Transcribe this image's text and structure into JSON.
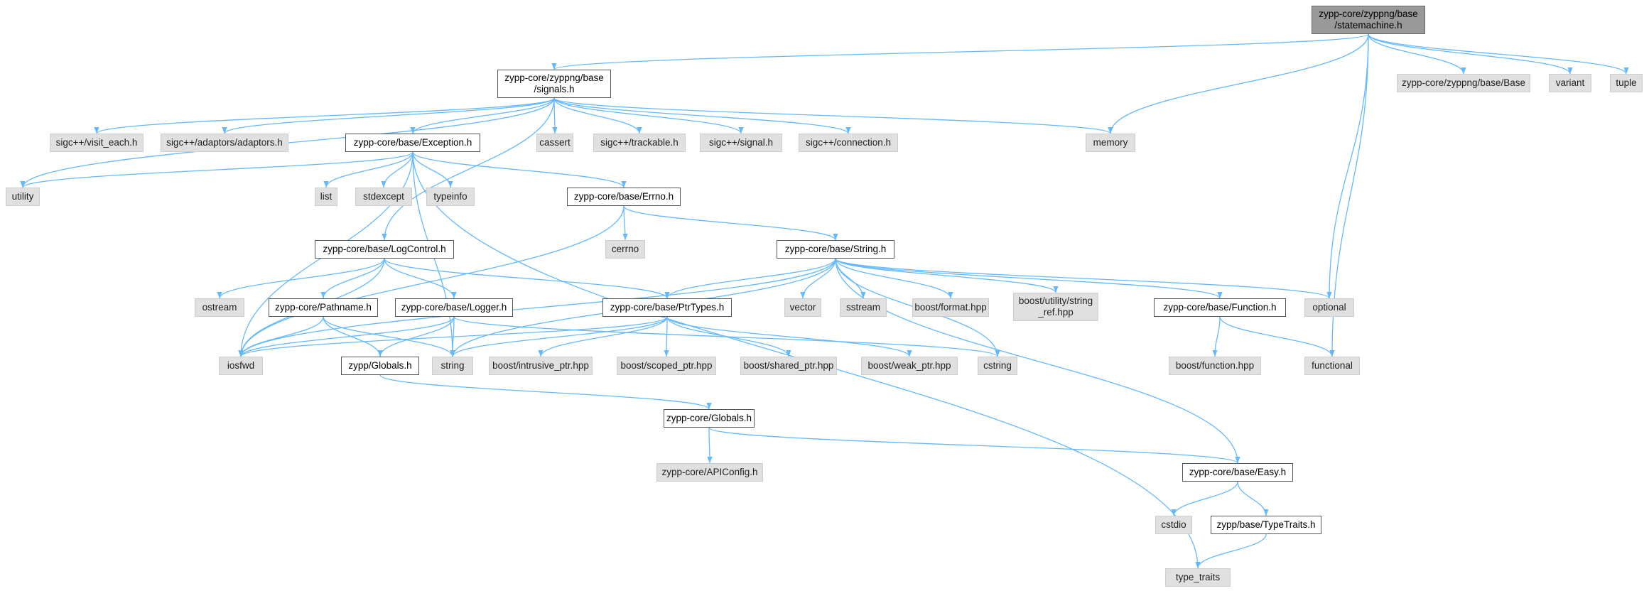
{
  "nodes": [
    {
      "id": "statemachine",
      "label": "zypp-core/zyppng/base\n/statemachine.h",
      "kind": "root"
    },
    {
      "id": "signals",
      "label": "zypp-core/zyppng/base\n/signals.h",
      "kind": "plain"
    },
    {
      "id": "zyppngBase",
      "label": "zypp-core/zyppng/base/Base",
      "kind": "ext"
    },
    {
      "id": "variant",
      "label": "variant",
      "kind": "ext"
    },
    {
      "id": "tuple",
      "label": "tuple",
      "kind": "ext"
    },
    {
      "id": "visit_each",
      "label": "sigc++/visit_each.h",
      "kind": "ext"
    },
    {
      "id": "adaptors",
      "label": "sigc++/adaptors/adaptors.h",
      "kind": "ext"
    },
    {
      "id": "exception",
      "label": "zypp-core/base/Exception.h",
      "kind": "plain"
    },
    {
      "id": "cassert",
      "label": "cassert",
      "kind": "ext"
    },
    {
      "id": "trackable",
      "label": "sigc++/trackable.h",
      "kind": "ext"
    },
    {
      "id": "signal",
      "label": "sigc++/signal.h",
      "kind": "ext"
    },
    {
      "id": "connection",
      "label": "sigc++/connection.h",
      "kind": "ext"
    },
    {
      "id": "memory",
      "label": "memory",
      "kind": "ext"
    },
    {
      "id": "utility",
      "label": "utility",
      "kind": "ext"
    },
    {
      "id": "list",
      "label": "list",
      "kind": "ext"
    },
    {
      "id": "stdexcept",
      "label": "stdexcept",
      "kind": "ext"
    },
    {
      "id": "typeinfo",
      "label": "typeinfo",
      "kind": "ext"
    },
    {
      "id": "errno",
      "label": "zypp-core/base/Errno.h",
      "kind": "plain"
    },
    {
      "id": "cerrno",
      "label": "cerrno",
      "kind": "ext"
    },
    {
      "id": "logcontrol",
      "label": "zypp-core/base/LogControl.h",
      "kind": "plain"
    },
    {
      "id": "string_h",
      "label": "zypp-core/base/String.h",
      "kind": "plain"
    },
    {
      "id": "ostream",
      "label": "ostream",
      "kind": "ext"
    },
    {
      "id": "pathname",
      "label": "zypp-core/Pathname.h",
      "kind": "plain"
    },
    {
      "id": "logger",
      "label": "zypp-core/base/Logger.h",
      "kind": "plain"
    },
    {
      "id": "ptrtypes",
      "label": "zypp-core/base/PtrTypes.h",
      "kind": "plain"
    },
    {
      "id": "vector",
      "label": "vector",
      "kind": "ext"
    },
    {
      "id": "sstream",
      "label": "sstream",
      "kind": "ext"
    },
    {
      "id": "boostformat",
      "label": "boost/format.hpp",
      "kind": "ext"
    },
    {
      "id": "stringref",
      "label": "boost/utility/string\n_ref.hpp",
      "kind": "ext"
    },
    {
      "id": "function_h",
      "label": "zypp-core/base/Function.h",
      "kind": "plain"
    },
    {
      "id": "optional",
      "label": "optional",
      "kind": "ext"
    },
    {
      "id": "iosfwd",
      "label": "iosfwd",
      "kind": "ext"
    },
    {
      "id": "zyppglobals",
      "label": "zypp/Globals.h",
      "kind": "plain"
    },
    {
      "id": "string_std",
      "label": "string",
      "kind": "ext"
    },
    {
      "id": "intrusive",
      "label": "boost/intrusive_ptr.hpp",
      "kind": "ext"
    },
    {
      "id": "scoped",
      "label": "boost/scoped_ptr.hpp",
      "kind": "ext"
    },
    {
      "id": "shared",
      "label": "boost/shared_ptr.hpp",
      "kind": "ext"
    },
    {
      "id": "weak",
      "label": "boost/weak_ptr.hpp",
      "kind": "ext"
    },
    {
      "id": "cstring",
      "label": "cstring",
      "kind": "ext"
    },
    {
      "id": "boostfunction",
      "label": "boost/function.hpp",
      "kind": "ext"
    },
    {
      "id": "functional",
      "label": "functional",
      "kind": "ext"
    },
    {
      "id": "coreglobals",
      "label": "zypp-core/Globals.h",
      "kind": "plain"
    },
    {
      "id": "apiconfig",
      "label": "zypp-core/APIConfig.h",
      "kind": "ext"
    },
    {
      "id": "easy",
      "label": "zypp-core/base/Easy.h",
      "kind": "plain"
    },
    {
      "id": "cstdio",
      "label": "cstdio",
      "kind": "ext"
    },
    {
      "id": "typetraits_h",
      "label": "zypp/base/TypeTraits.h",
      "kind": "plain"
    },
    {
      "id": "type_traits",
      "label": "type_traits",
      "kind": "ext"
    }
  ],
  "edges": [
    [
      "statemachine",
      "signals"
    ],
    [
      "statemachine",
      "memory"
    ],
    [
      "statemachine",
      "zyppngBase"
    ],
    [
      "statemachine",
      "variant"
    ],
    [
      "statemachine",
      "tuple"
    ],
    [
      "statemachine",
      "optional"
    ],
    [
      "statemachine",
      "functional"
    ],
    [
      "signals",
      "visit_each"
    ],
    [
      "signals",
      "adaptors"
    ],
    [
      "signals",
      "exception"
    ],
    [
      "signals",
      "cassert"
    ],
    [
      "signals",
      "trackable"
    ],
    [
      "signals",
      "signal"
    ],
    [
      "signals",
      "connection"
    ],
    [
      "signals",
      "memory"
    ],
    [
      "signals",
      "utility"
    ],
    [
      "signals",
      "logcontrol"
    ],
    [
      "exception",
      "utility"
    ],
    [
      "exception",
      "list"
    ],
    [
      "exception",
      "stdexcept"
    ],
    [
      "exception",
      "typeinfo"
    ],
    [
      "exception",
      "errno"
    ],
    [
      "exception",
      "iosfwd"
    ],
    [
      "exception",
      "string_std"
    ],
    [
      "exception",
      "type_traits"
    ],
    [
      "errno",
      "cerrno"
    ],
    [
      "errno",
      "string_h"
    ],
    [
      "errno",
      "iosfwd"
    ],
    [
      "logcontrol",
      "ostream"
    ],
    [
      "logcontrol",
      "pathname"
    ],
    [
      "logcontrol",
      "logger"
    ],
    [
      "logcontrol",
      "ptrtypes"
    ],
    [
      "logcontrol",
      "iosfwd"
    ],
    [
      "string_h",
      "vector"
    ],
    [
      "string_h",
      "sstream"
    ],
    [
      "string_h",
      "boostformat"
    ],
    [
      "string_h",
      "stringref"
    ],
    [
      "string_h",
      "function_h"
    ],
    [
      "string_h",
      "optional"
    ],
    [
      "string_h",
      "ptrtypes"
    ],
    [
      "string_h",
      "iosfwd"
    ],
    [
      "string_h",
      "string_std"
    ],
    [
      "string_h",
      "cstring"
    ],
    [
      "string_h",
      "easy"
    ],
    [
      "pathname",
      "iosfwd"
    ],
    [
      "pathname",
      "zyppglobals"
    ],
    [
      "pathname",
      "string_std"
    ],
    [
      "logger",
      "iosfwd"
    ],
    [
      "logger",
      "zyppglobals"
    ],
    [
      "logger",
      "string_std"
    ],
    [
      "logger",
      "cstring"
    ],
    [
      "ptrtypes",
      "iosfwd"
    ],
    [
      "ptrtypes",
      "string_std"
    ],
    [
      "ptrtypes",
      "intrusive"
    ],
    [
      "ptrtypes",
      "scoped"
    ],
    [
      "ptrtypes",
      "shared"
    ],
    [
      "ptrtypes",
      "weak"
    ],
    [
      "function_h",
      "boostfunction"
    ],
    [
      "function_h",
      "functional"
    ],
    [
      "zyppglobals",
      "coreglobals"
    ],
    [
      "coreglobals",
      "apiconfig"
    ],
    [
      "coreglobals",
      "easy"
    ],
    [
      "easy",
      "cstdio"
    ],
    [
      "easy",
      "typetraits_h"
    ],
    [
      "typetraits_h",
      "type_traits"
    ]
  ]
}
